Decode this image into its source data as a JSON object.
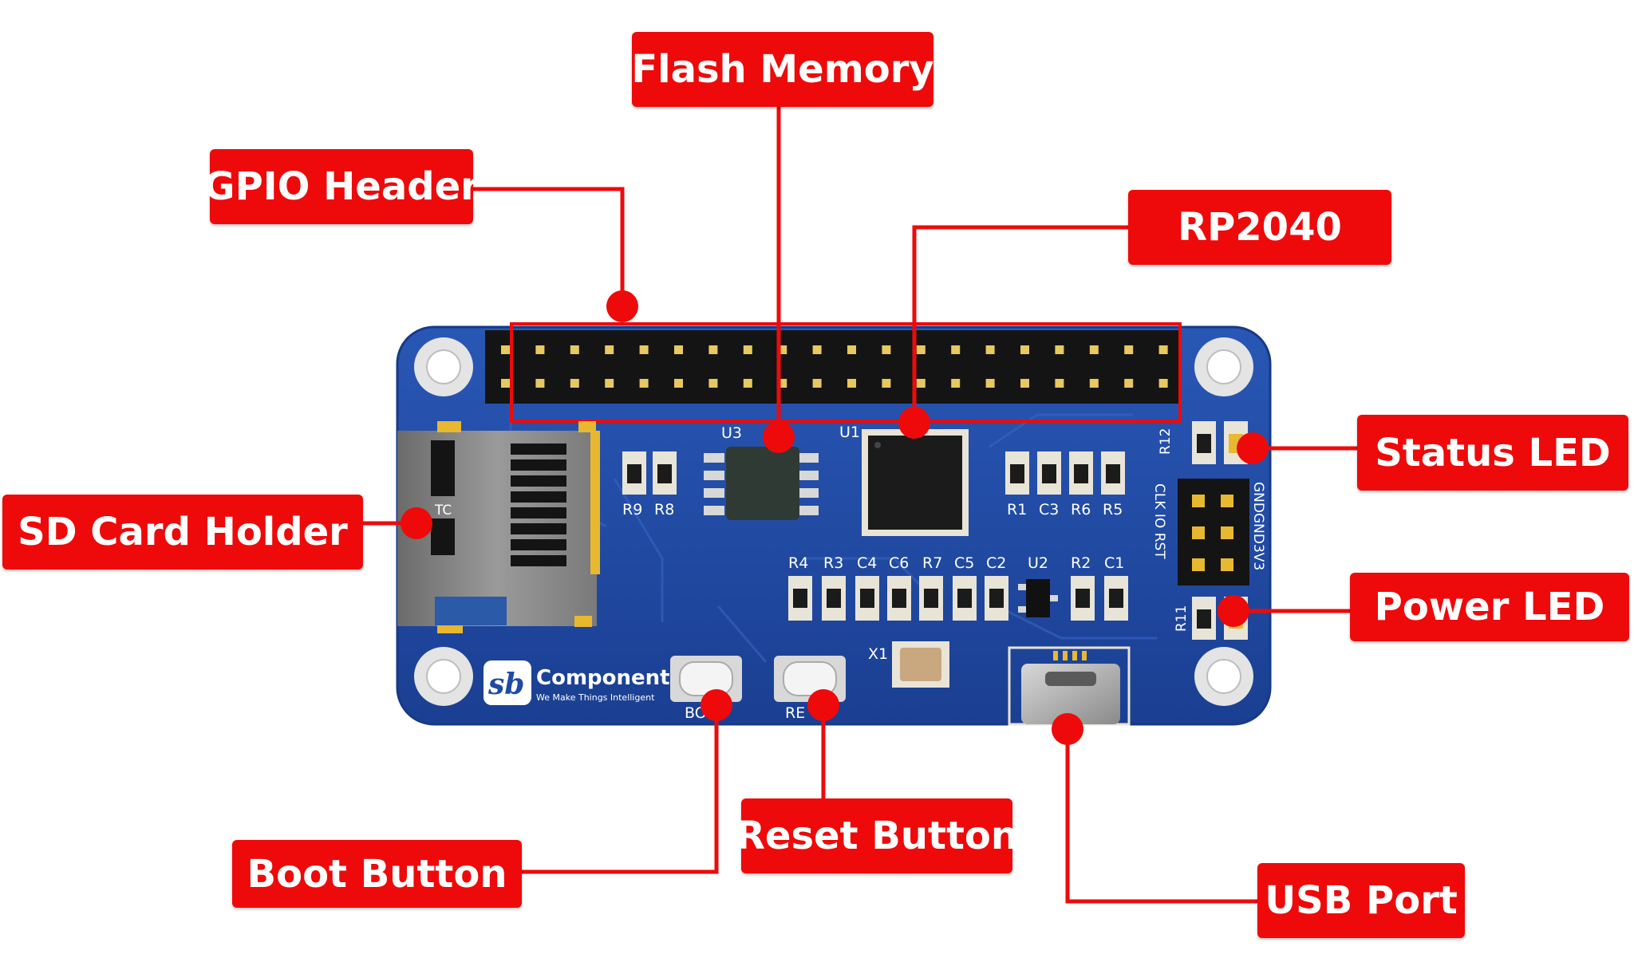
{
  "callouts": {
    "flash_memory": "Flash Memory",
    "gpio_header": "GPIO Header",
    "rp2040": "RP2040",
    "status_led": "Status LED",
    "sd_card_holder": "SD Card Holder",
    "power_led": "Power LED",
    "boot_button": "Boot Button",
    "reset_button": "Reset Button",
    "usb_port": "USB Port"
  },
  "board": {
    "logo_mark": "sb",
    "logo_name": "Components",
    "logo_tagline": "We Make Things Intelligent",
    "silkscreen": {
      "u3": "U3",
      "u1": "U1",
      "u2": "U2",
      "x1": "X1",
      "r9": "R9",
      "r8": "R8",
      "r1": "R1",
      "c3": "C3",
      "r6": "R6",
      "r5": "R5",
      "r4": "R4",
      "r3": "R3",
      "c4": "C4",
      "c6": "C6",
      "r7": "R7",
      "c5": "C5",
      "c2": "C2",
      "r2": "R2",
      "c1": "C1",
      "r12": "R12",
      "r11": "R11",
      "swd_left": "CLK IO RST",
      "swd_right": "GNDGND3V3",
      "sd_text": "TC",
      "boot": "BO",
      "reset": "RE"
    }
  },
  "colors": {
    "callout_red": "#ee0a0a",
    "pcb_blue": "#1f4aa5",
    "header_black": "#141414",
    "gold": "#e8b830"
  }
}
